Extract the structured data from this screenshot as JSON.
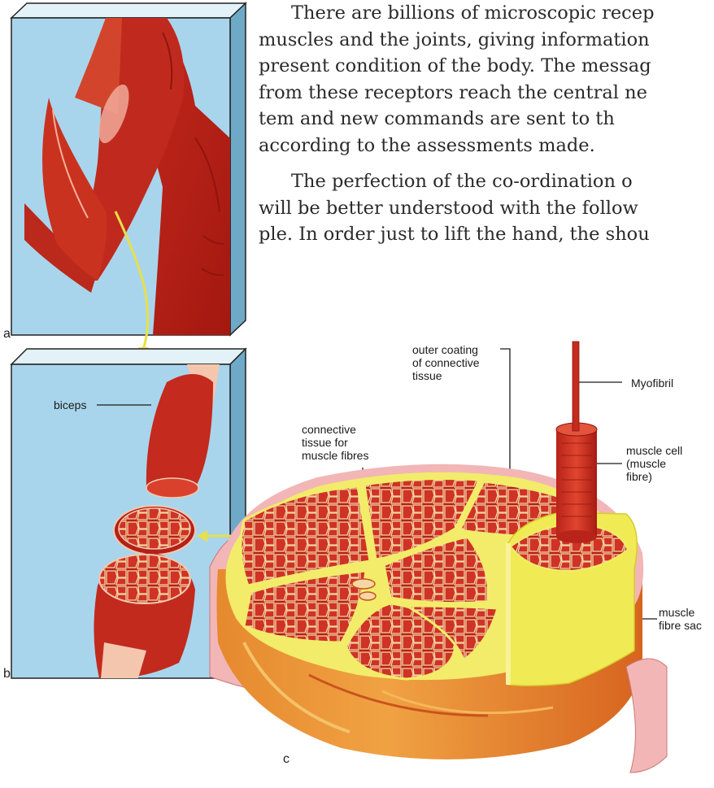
{
  "text_lines": [
    "There are billions of microscopic recep",
    "muscles and the joints, giving information",
    "present condition of the body. The messag",
    "from these receptors reach the central ne",
    "tem and new commands are sent to th",
    "according to the assessments made.",
    "The perfection of the co-ordination o",
    "will be better understood with the follow",
    "ple. In order just to lift the hand, the shou"
  ],
  "panels": {
    "a": "a",
    "b": "b",
    "c": "c"
  },
  "labels": {
    "biceps": "biceps",
    "outer_coating": "outer coating\nof connective\ntissue",
    "connective_tissue": "connective\ntissue for\nmuscle fibres",
    "myofibril": "Myofibril",
    "muscle_cell": "muscle cell\n(muscle\nfibre)",
    "muscle_fibre_sac": "muscle\nfibre sac"
  },
  "colors": {
    "panel_blue": "#a9d5ec",
    "muscle_red": "#c8261c",
    "muscle_dark": "#8e1610",
    "connective_yellow": "#f2ec6a",
    "outer_pink": "#f2b6b6",
    "fat_orange": "#e8792a",
    "arrow_yellow": "#e6e04a"
  }
}
